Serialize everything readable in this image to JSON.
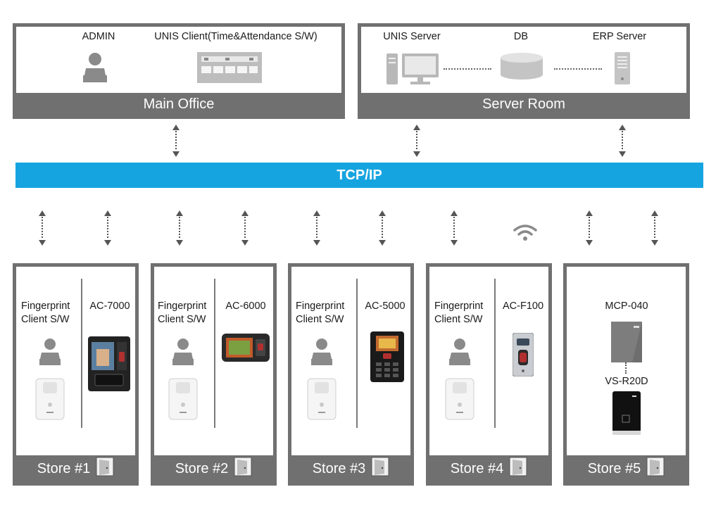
{
  "main_office": {
    "footer": "Main Office",
    "admin_label": "ADMIN",
    "client_label": "UNIS Client(Time&Attendance S/W)"
  },
  "server_room": {
    "footer": "Server Room",
    "unis_server_label": "UNIS Server",
    "db_label": "DB",
    "erp_label": "ERP Server"
  },
  "network": {
    "label": "TCP/IP",
    "color": "#16a4e0"
  },
  "stores": [
    {
      "footer": "Store #1",
      "client_label_1": "Fingerprint",
      "client_label_2": "Client S/W",
      "device_label": "AC-7000"
    },
    {
      "footer": "Store #2",
      "client_label_1": "Fingerprint",
      "client_label_2": "Client S/W",
      "device_label": "AC-6000"
    },
    {
      "footer": "Store #3",
      "client_label_1": "Fingerprint",
      "client_label_2": "Client S/W",
      "device_label": "AC-5000"
    },
    {
      "footer": "Store #4",
      "client_label_1": "Fingerprint",
      "client_label_2": "Client S/W",
      "device_label": "AC-F100"
    },
    {
      "footer": "Store #5",
      "device_label_1": "MCP-040",
      "device_label_2": "VS-R20D"
    }
  ],
  "icons": {
    "person": "person-icon",
    "software": "software-window-icon",
    "server": "server-computer-icon",
    "database": "database-icon",
    "erp": "erp-server-icon",
    "scanner": "fingerprint-scanner-icon",
    "terminal": "access-terminal-icon",
    "door": "door-icon",
    "wifi": "wireless-icon",
    "arrow": "bidirectional-arrow-icon"
  },
  "colors": {
    "box_border": "#707070",
    "footer_bg": "#707070",
    "network": "#16a4e0"
  }
}
